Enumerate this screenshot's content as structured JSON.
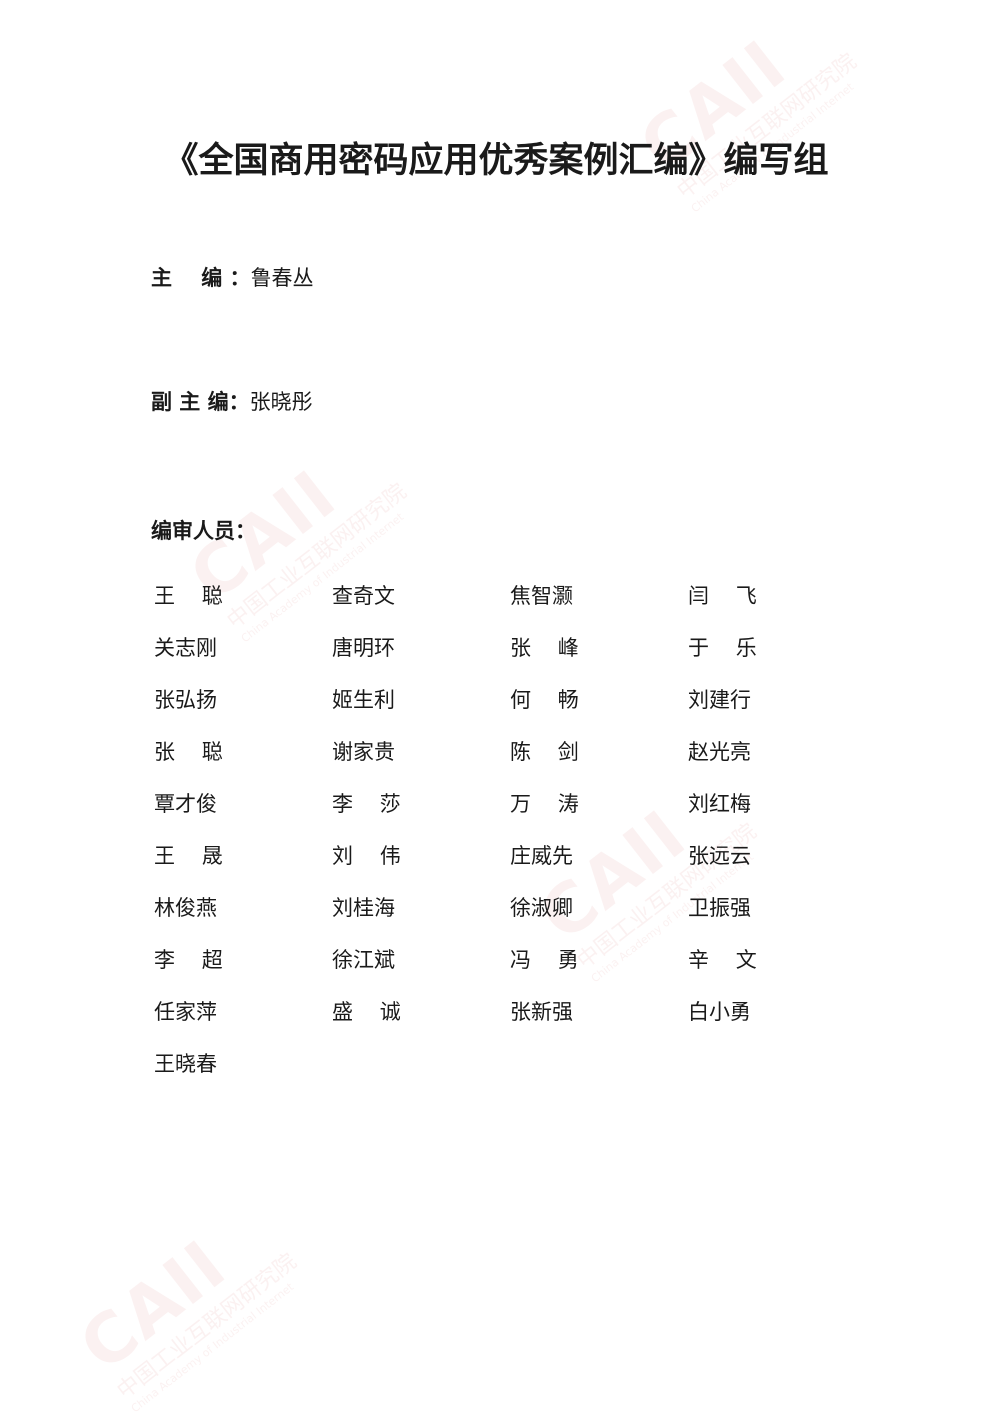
{
  "document": {
    "title": "《全国商用密码应用优秀案例汇编》编写组"
  },
  "chief_editor": {
    "label": "主    编 ：",
    "value": "鲁春丛"
  },
  "deputy_editor": {
    "label": "副 主 编：",
    "value": "张晓彤"
  },
  "reviewers": {
    "label": "编审人员：",
    "names": [
      "王    聪",
      "查奇文",
      "焦智灏",
      "闫    飞",
      "关志刚",
      "唐明环",
      "张    峰",
      "于    乐",
      "张弘扬",
      "姬生利",
      "何    畅",
      "刘建行",
      "张    聪",
      "谢家贵",
      "陈    剑",
      "赵光亮",
      "覃才俊",
      "李    莎",
      "万    涛",
      "刘红梅",
      "王    晟",
      "刘    伟",
      "庄威先",
      "张远云",
      "林俊燕",
      "刘桂海",
      "徐淑卿",
      "卫振强",
      "李    超",
      "徐江斌",
      "冯    勇",
      "辛    文",
      "任家萍",
      "盛    诚",
      "张新强",
      "白小勇",
      "王晓春"
    ]
  },
  "watermark": {
    "logo": "CAII",
    "org_cn": "中国工业互联网研究院",
    "org_en": "China Academy of Industrial Internet",
    "color": "#c83c3c"
  }
}
